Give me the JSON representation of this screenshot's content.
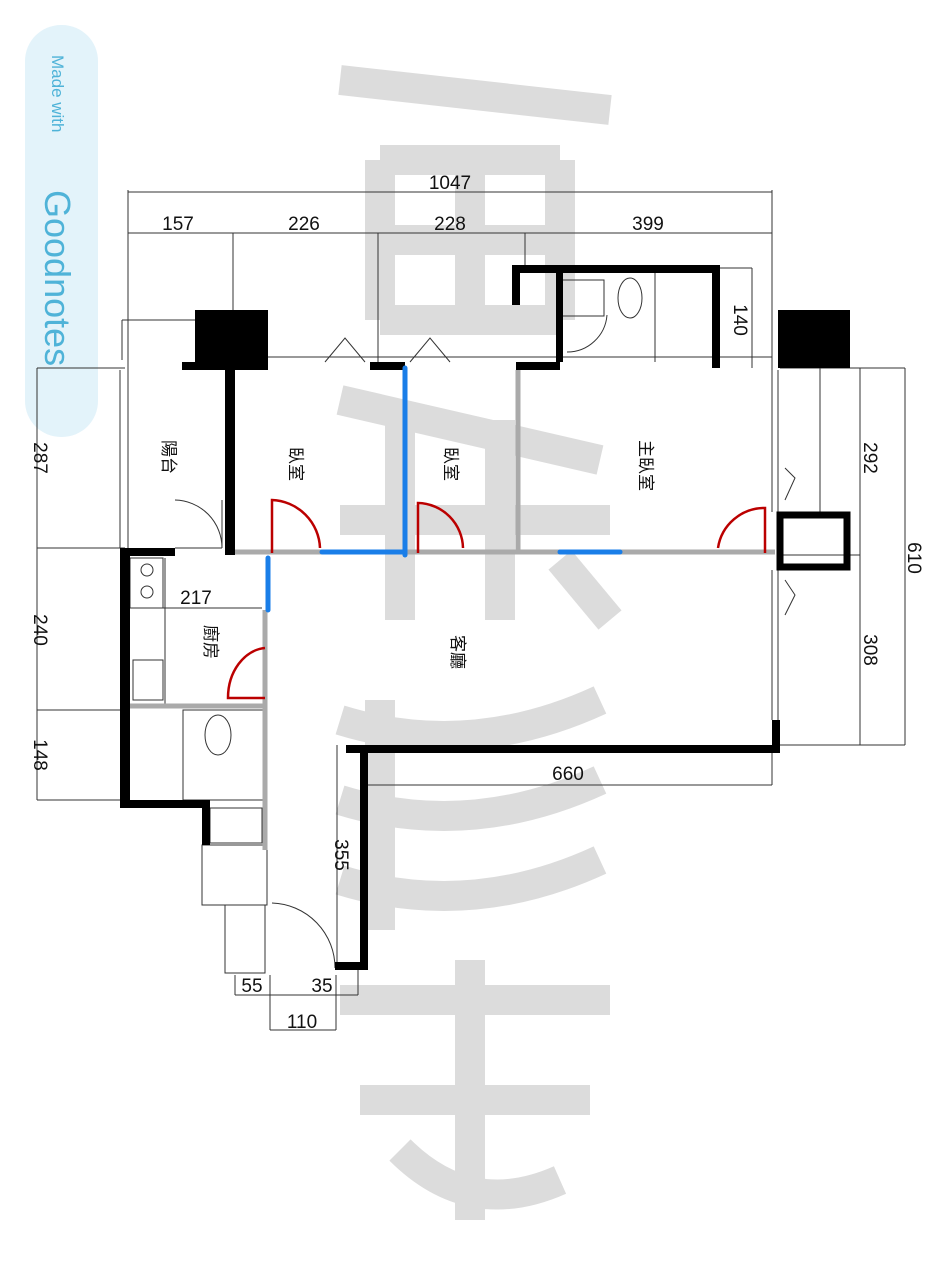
{
  "watermark": [
    "僅",
    "供",
    "參",
    "考"
  ],
  "badge": {
    "made_with": "Made with",
    "brand": "Goodnotes"
  },
  "rooms": {
    "balcony": "陽台",
    "bedroom1": "臥室",
    "bedroom2": "臥室",
    "master_bedroom": "主臥室",
    "kitchen": "廚房",
    "living_room": "客廳"
  },
  "dimensions": {
    "total_width": "1047",
    "top": [
      "157",
      "226",
      "228",
      "399"
    ],
    "left": [
      "287",
      "240",
      "148"
    ],
    "right": [
      "292",
      "308"
    ],
    "right_total": "610",
    "bath_depth": "140",
    "kitchen_width": "217",
    "living_width": "660",
    "corridor_length": "355",
    "bottom": [
      "55",
      "35"
    ],
    "entry_width": "110"
  },
  "colors": {
    "wall": "#000000",
    "new_wall": "#1a7ee8",
    "door_swing": "#b00000",
    "watermark": "#dcdcdc",
    "badge": "#e3f3fa"
  }
}
